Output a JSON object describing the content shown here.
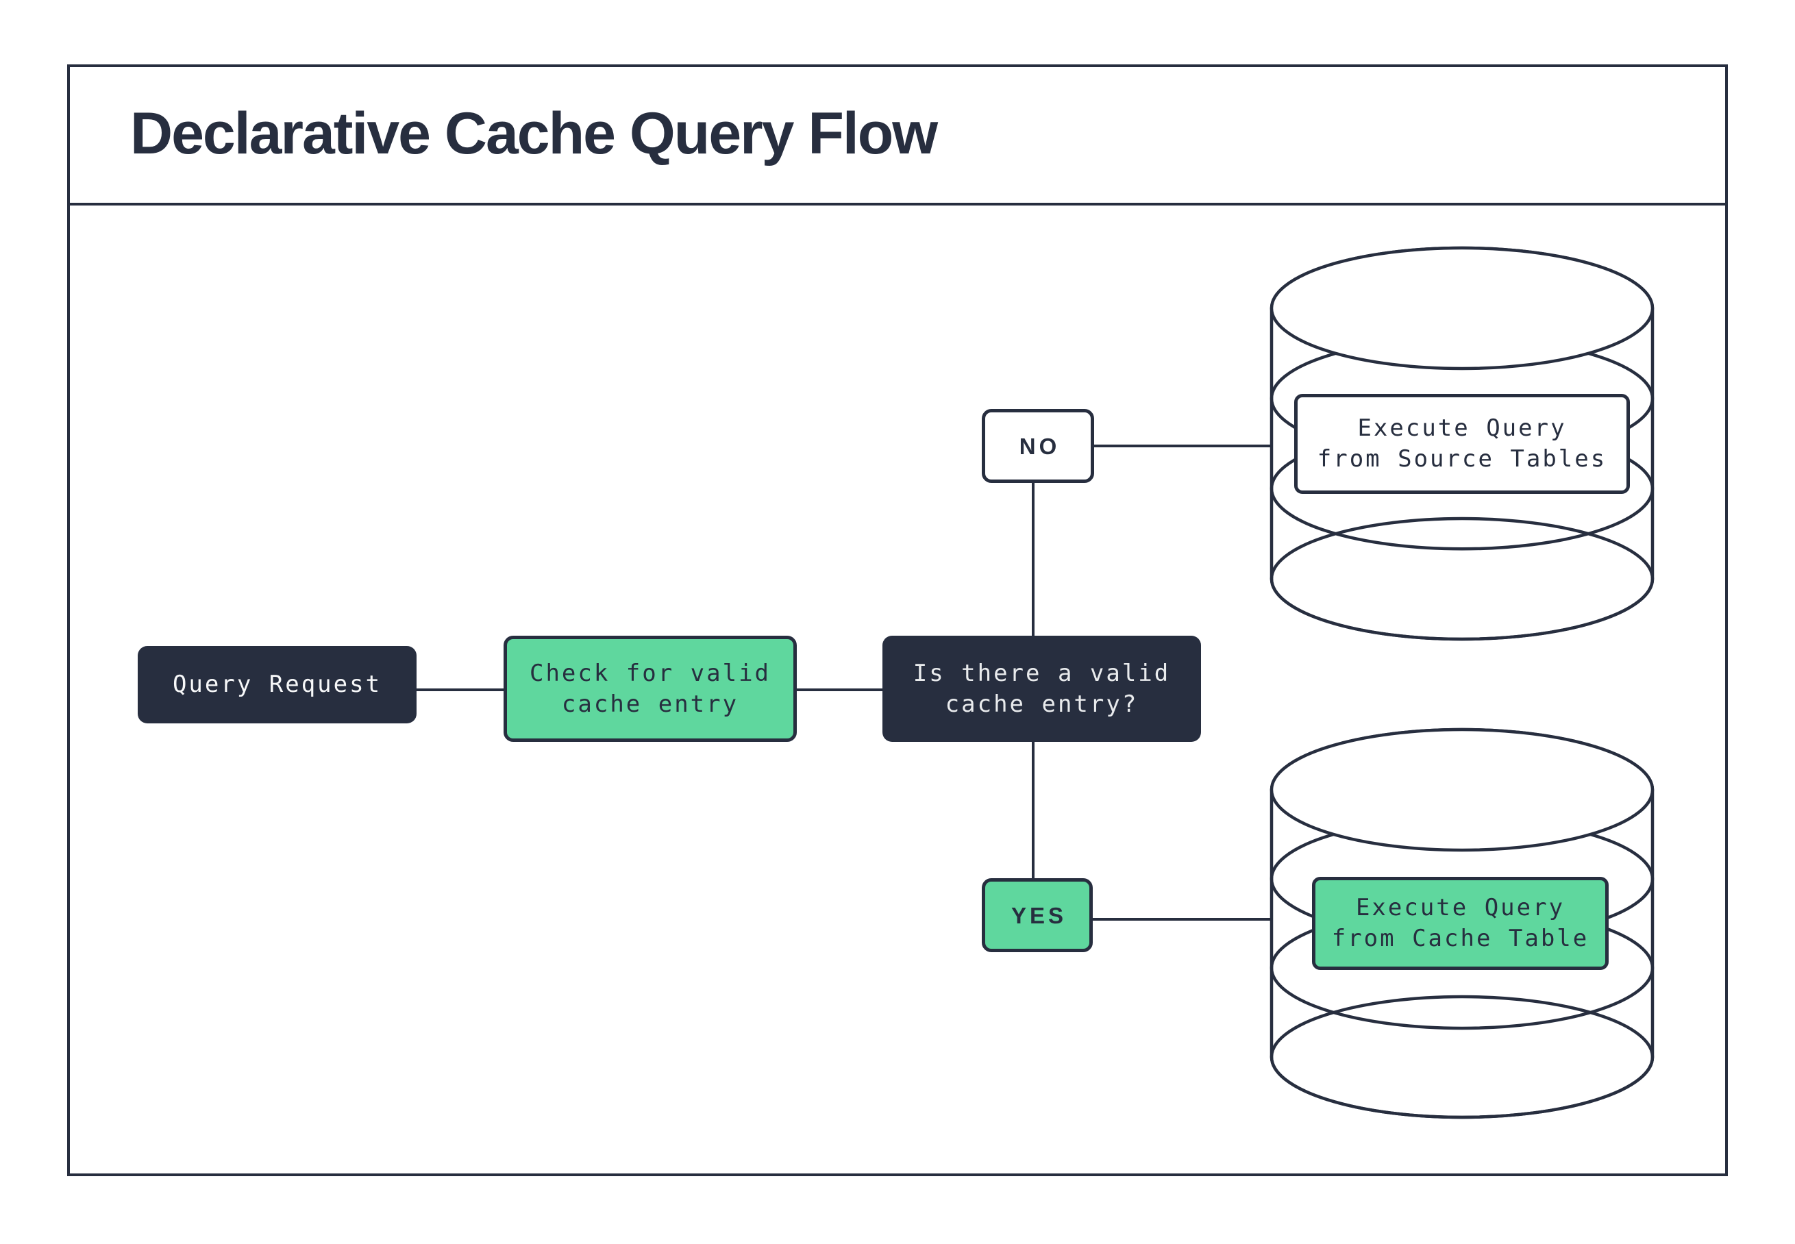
{
  "diagram": {
    "title": "Declarative Cache Query Flow",
    "nodes": {
      "query_request": {
        "label": "Query Request"
      },
      "check_cache": {
        "line1": "Check for valid",
        "line2": "cache entry"
      },
      "decision": {
        "line1": "Is there a valid",
        "line2": "cache entry?"
      },
      "source_db": {
        "line1": "Execute Query",
        "line2": "from Source Tables"
      },
      "cache_db": {
        "line1": "Execute Query",
        "line2": "from Cache Table"
      }
    },
    "edges": {
      "no": {
        "label": "NO"
      },
      "yes": {
        "label": "YES"
      }
    },
    "colors": {
      "ink": "#272E3F",
      "green": "#5FD79E",
      "text_light": "#E9EBED",
      "text_white": "#F7F8F9",
      "background": "#FFFFFF"
    }
  }
}
